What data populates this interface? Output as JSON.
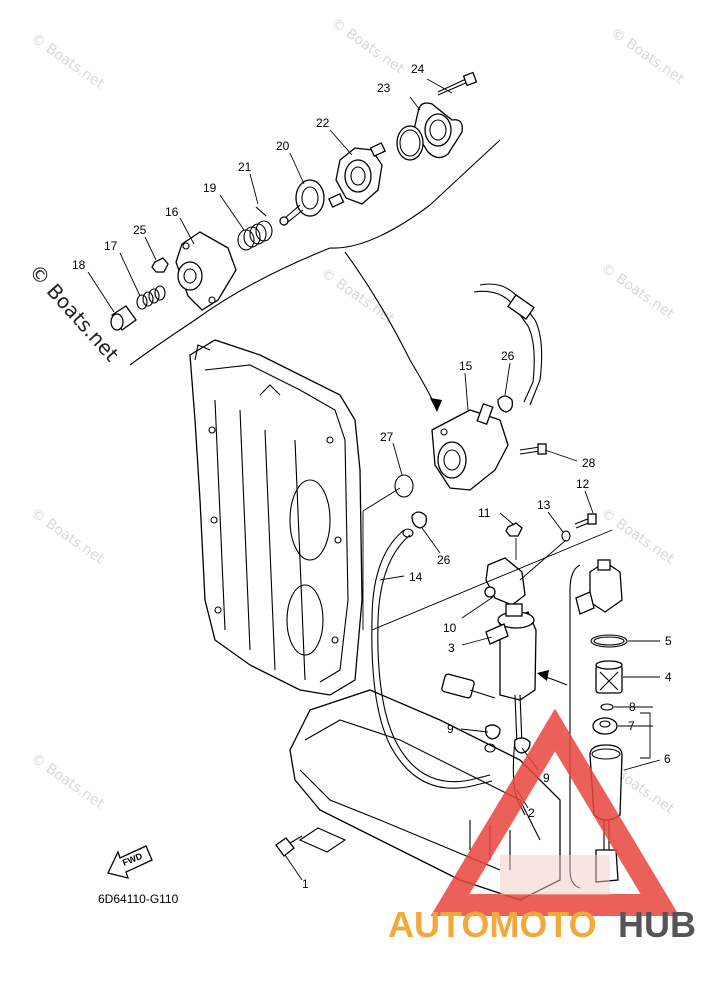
{
  "watermark_text": "© Boats.net",
  "diagram_code": "6D64110-G110",
  "fwd_label": "FWD",
  "brand": {
    "part1": "AUTOMOTO",
    "part2": "HUB",
    "accent_color": "#f2a93b",
    "triangle_color": "#e8453c",
    "dark_color": "#555555"
  },
  "part_numbers": [
    "1",
    "2",
    "3",
    "4",
    "5",
    "6",
    "7",
    "8",
    "9",
    "9",
    "10",
    "11",
    "12",
    "13",
    "14",
    "15",
    "16",
    "17",
    "18",
    "19",
    "20",
    "21",
    "22",
    "23",
    "24",
    "25",
    "26",
    "26",
    "27",
    "28"
  ]
}
